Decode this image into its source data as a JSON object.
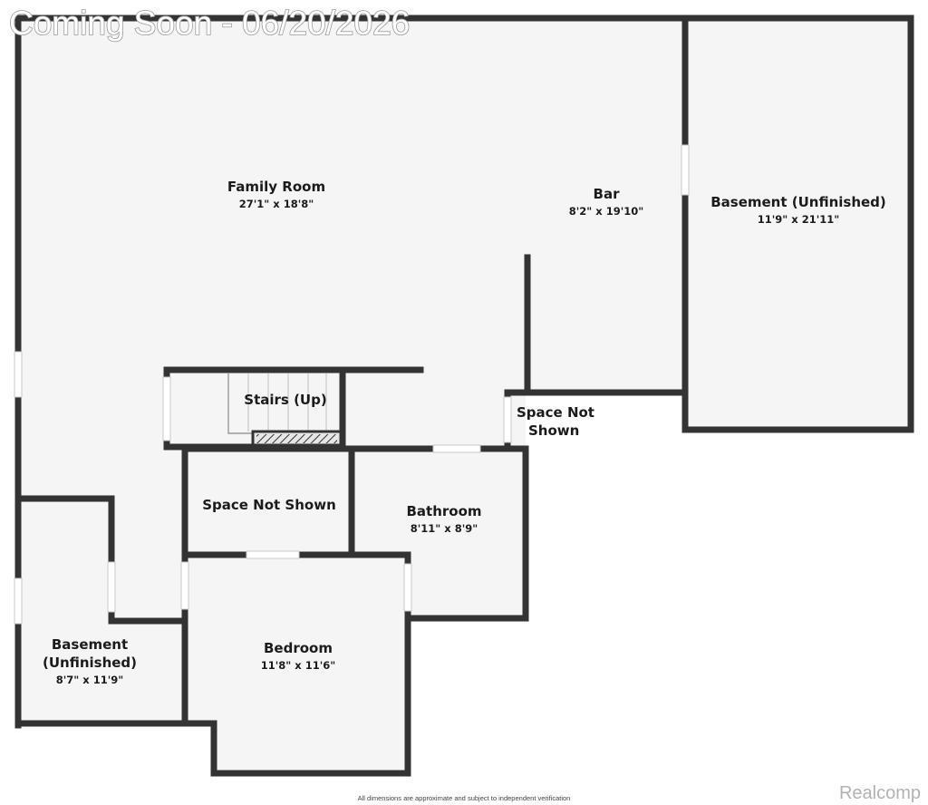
{
  "watermark": {
    "coming_soon": "Coming Soon - 06/20/2026",
    "brand": "Realcomp"
  },
  "disclaimer": "All dimensions are approximate and subject to independent verification",
  "rooms": {
    "family_room": {
      "name": "Family Room",
      "dims": "27'1\" x 18'8\""
    },
    "bar": {
      "name": "Bar",
      "dims": "8'2\" x 19'10\""
    },
    "basement_right": {
      "name": "Basement (Unfinished)",
      "dims": "11'9\" x 21'11\""
    },
    "stairs": {
      "name": "Stairs (Up)"
    },
    "space_not_shown_small": {
      "name_line1": "Space Not",
      "name_line2": "Shown"
    },
    "space_not_shown": {
      "name": "Space Not Shown"
    },
    "bathroom": {
      "name": "Bathroom",
      "dims": "8'11\" x 8'9\""
    },
    "basement_left": {
      "name_line1": "Basement",
      "name_line2": "(Unfinished)",
      "dims": "8'7\" x 11'9\""
    },
    "bedroom": {
      "name": "Bedroom",
      "dims": "11'8\" x 11'6\""
    }
  }
}
